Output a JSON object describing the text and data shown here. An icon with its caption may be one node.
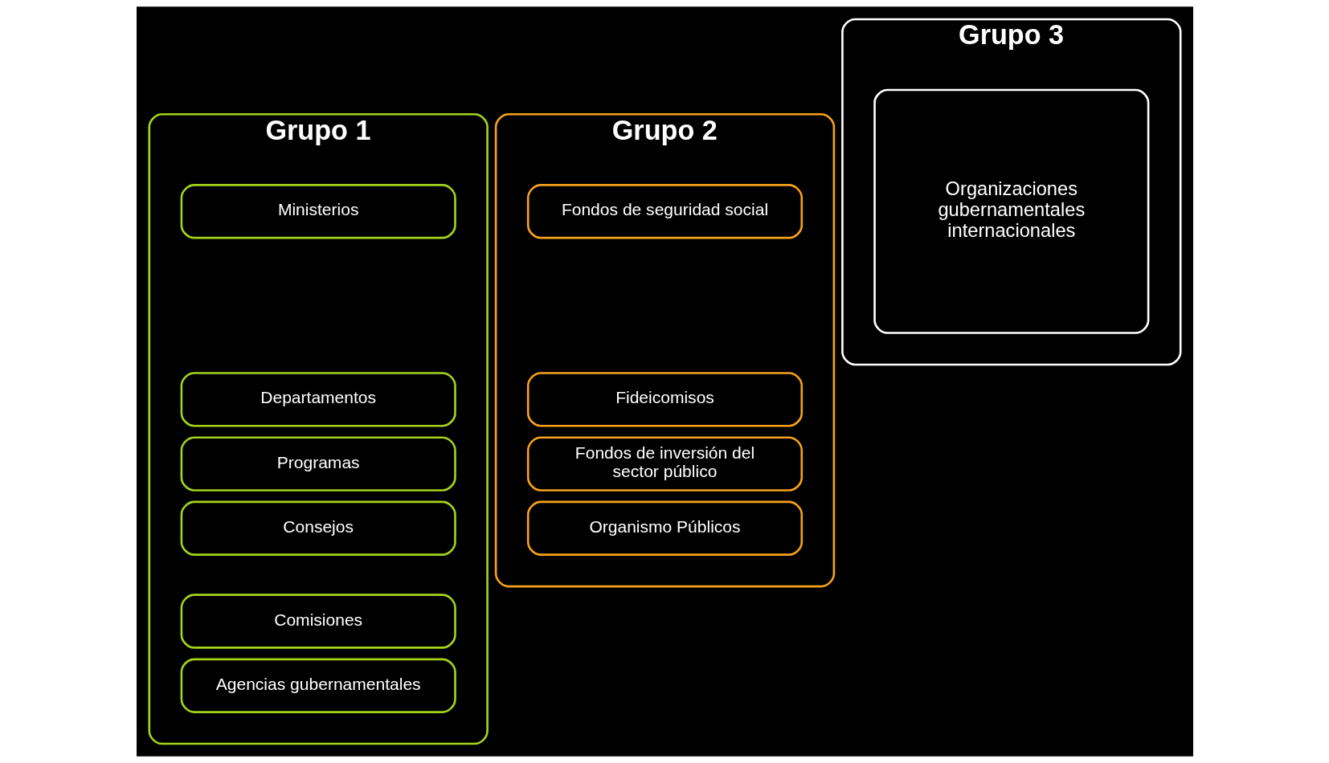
{
  "diagram": {
    "nodes": [
      {
        "text": [
          "Grupo 1"
        ]
      },
      {
        "text": [
          "Ministerios"
        ],
        "in": 0
      },
      {
        "text": [
          "Departamentos"
        ],
        "in": 0
      },
      {
        "text": [
          "Programas"
        ],
        "in": 0
      },
      {
        "text": [
          "Consejos"
        ],
        "in": 0
      },
      {
        "text": [
          "Comisiones"
        ],
        "in": 0
      },
      {
        "text": [
          "Agencias gubernamentales"
        ],
        "in": 0
      },
      {
        "text": [
          "Grupo 2"
        ]
      },
      {
        "text": [
          "Fondos de seguridad social"
        ],
        "in": 7
      },
      {
        "text": [
          "Fideicomisos"
        ],
        "in": 7
      },
      {
        "text": [
          "Fondos de inversión del sector público"
        ],
        "in": 7
      },
      {
        "text": [
          "Organismo Públicos"
        ],
        "in": 7
      },
      {
        "text": [
          "Grupo 3"
        ]
      },
      {
        "text": [
          "Organizaciones gubernamentales internacionales"
        ],
        "in": 12
      }
    ],
    "edges": []
  }
}
